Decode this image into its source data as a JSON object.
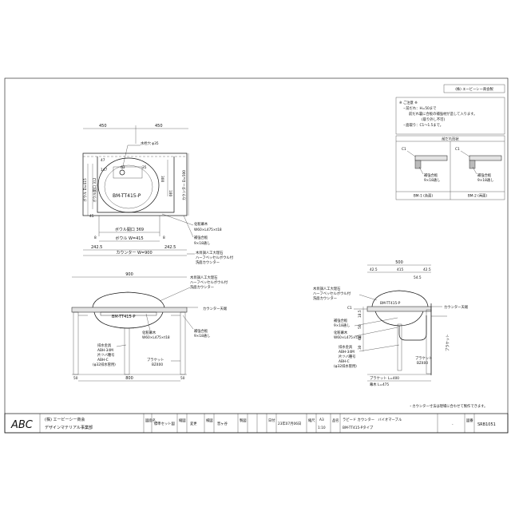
{
  "sheet": {
    "company_stamp": "(株) エービーシー商会製",
    "note_title": "※ ご注意 ※",
    "note_lines": [
      "・前だれ：H=50まで",
      "前だれ裏に合板の補強材が造して入ります。",
      "(取り外し不可)",
      "・面取り：C1〜1.5まで。"
    ],
    "detail_title": "前だれ形状",
    "detail_left_label": "BM-1 (糸面)",
    "detail_right_label": "BM-2 (両面)",
    "detail_c1": "C1",
    "detail_reinforce": "補強合板",
    "detail_reinforce_size": "9×18通し",
    "footnote": "・カウンター寸法は現場に合わせて製作できます。"
  },
  "plan": {
    "dim_450_left": "450",
    "dim_450_right": "450",
    "faucet_hole": "水栓穴 φ35",
    "dim_63": "63",
    "dim_35": "35",
    "dim_47": "47",
    "dim_147": "147",
    "dim_300": "300",
    "dim_180": "180",
    "dim_45": "45",
    "model": "BM-TT415-P",
    "bowl_d": "ボウル D=415",
    "bowl_opening_d": "ボウル開口 312",
    "counter_d": "カウンター D=500",
    "bowl_opening_w": "ボウル開口 369",
    "dim_8_left": "8",
    "dim_8_right": "8",
    "bowl_w": "ボウル W=415",
    "dim_2425_left": "242.5",
    "dim_2425_right": "242.5",
    "counter_w": "カウンター W=900",
    "callout_makeup_1": "化粧幕木",
    "callout_makeup_2": "W60×L475×t18",
    "callout_reinforce_1": "補強合板",
    "callout_reinforce_2": "9×18通し",
    "callout_material_1": "木目調人工大理石",
    "callout_material_2": "ハーフベッセルボウル付",
    "callout_material_3": "洗面カウンター"
  },
  "front": {
    "dim_900": "900",
    "material_1": "木目調人工大理石",
    "material_2": "ハーフベッセルボウル付",
    "material_3": "洗面カウンター",
    "counter_top": "カウンター天端",
    "model": "BM-TT415-P",
    "makeup_1": "化粧幕木",
    "makeup_2": "W60×L475×t18",
    "reinforce_1": "補強合板",
    "reinforce_2": "9×18通し",
    "drain_1": "排水金具",
    "drain_2": "ABH-34M",
    "drain_3": "片ツバ種号",
    "drain_4": "ABH-C",
    "drain_5": "(φ32排水管用)",
    "bracket_1": "ブラケット",
    "bracket_2": "BZ400",
    "dim_50_left": "50",
    "dim_50_right": "50",
    "dim_800": "800"
  },
  "side": {
    "dim_500": "500",
    "dim_425": "42.5",
    "dim_415": "415",
    "dim_425b": "42.5",
    "dim_545": "54.5",
    "material_1": "木目調人工大理石",
    "material_2": "ハーフベッセルボウル付",
    "material_3": "洗面カウンター",
    "c1": "C1",
    "model": "BM-TT415-P",
    "counter_top": "カウンター天端",
    "dim_185": "18.5",
    "dim_50": "50",
    "dim_60": "60",
    "dim_30": "30",
    "reinforce_1": "補強合板",
    "reinforce_2": "9×18通し",
    "makeup_1": "化粧幕木",
    "makeup_2": "W60×L475×t18",
    "drain_1": "排水金具",
    "drain_2": "ABH-34M",
    "drain_3": "片ツバ種号",
    "drain_4": "ABH-C",
    "drain_5": "(φ32排水管用)",
    "bracket_1": "ブラケット",
    "bracket_2": "BZ400",
    "bracket_l": "ブラケット L=400",
    "makeup_l": "幕木 L=475",
    "bracket_side": "ブラケット"
  },
  "title_block": {
    "logo": "ABC",
    "company_1": "(株) エービーシー商会",
    "company_2": "デザインマテリアル事業部",
    "label_project": "図面名",
    "project": "標準セット図",
    "label_scale_cat": "縮図",
    "scale_cat": "変更",
    "label_check": "検図",
    "check": "晋ヶ谷",
    "label_drawn": "製図",
    "label_date": "日付",
    "date": "23年07月06日",
    "label_size": "縮尺",
    "size": "A3",
    "scale": "1:10",
    "label_name": "品名",
    "name_1": "ラピード カウンター　バイオマーブル",
    "name_2": "BM-TT415-Pタイプ",
    "label_no": "図番",
    "sheet_no": "-",
    "drawing_no": "SRB1051"
  }
}
